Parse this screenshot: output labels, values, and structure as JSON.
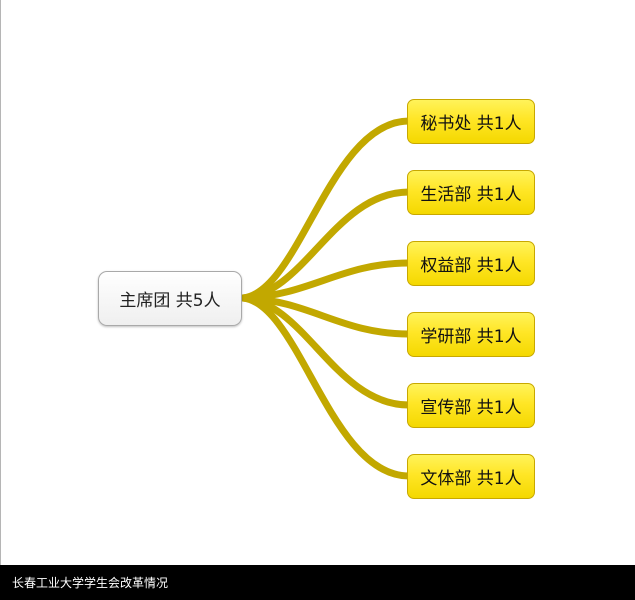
{
  "mindmap": {
    "root": {
      "label": "主席团 共5人"
    },
    "branches": [
      {
        "label": "秘书处 共1人"
      },
      {
        "label": "生活部 共1人"
      },
      {
        "label": "权益部 共1人"
      },
      {
        "label": "学研部 共1人"
      },
      {
        "label": "宣传部 共1人"
      },
      {
        "label": "文体部 共1人"
      }
    ],
    "connector_color": "#c2a800",
    "branch_color": "#ffe626"
  },
  "caption": {
    "text": "长春工业大学学生会改革情况"
  }
}
